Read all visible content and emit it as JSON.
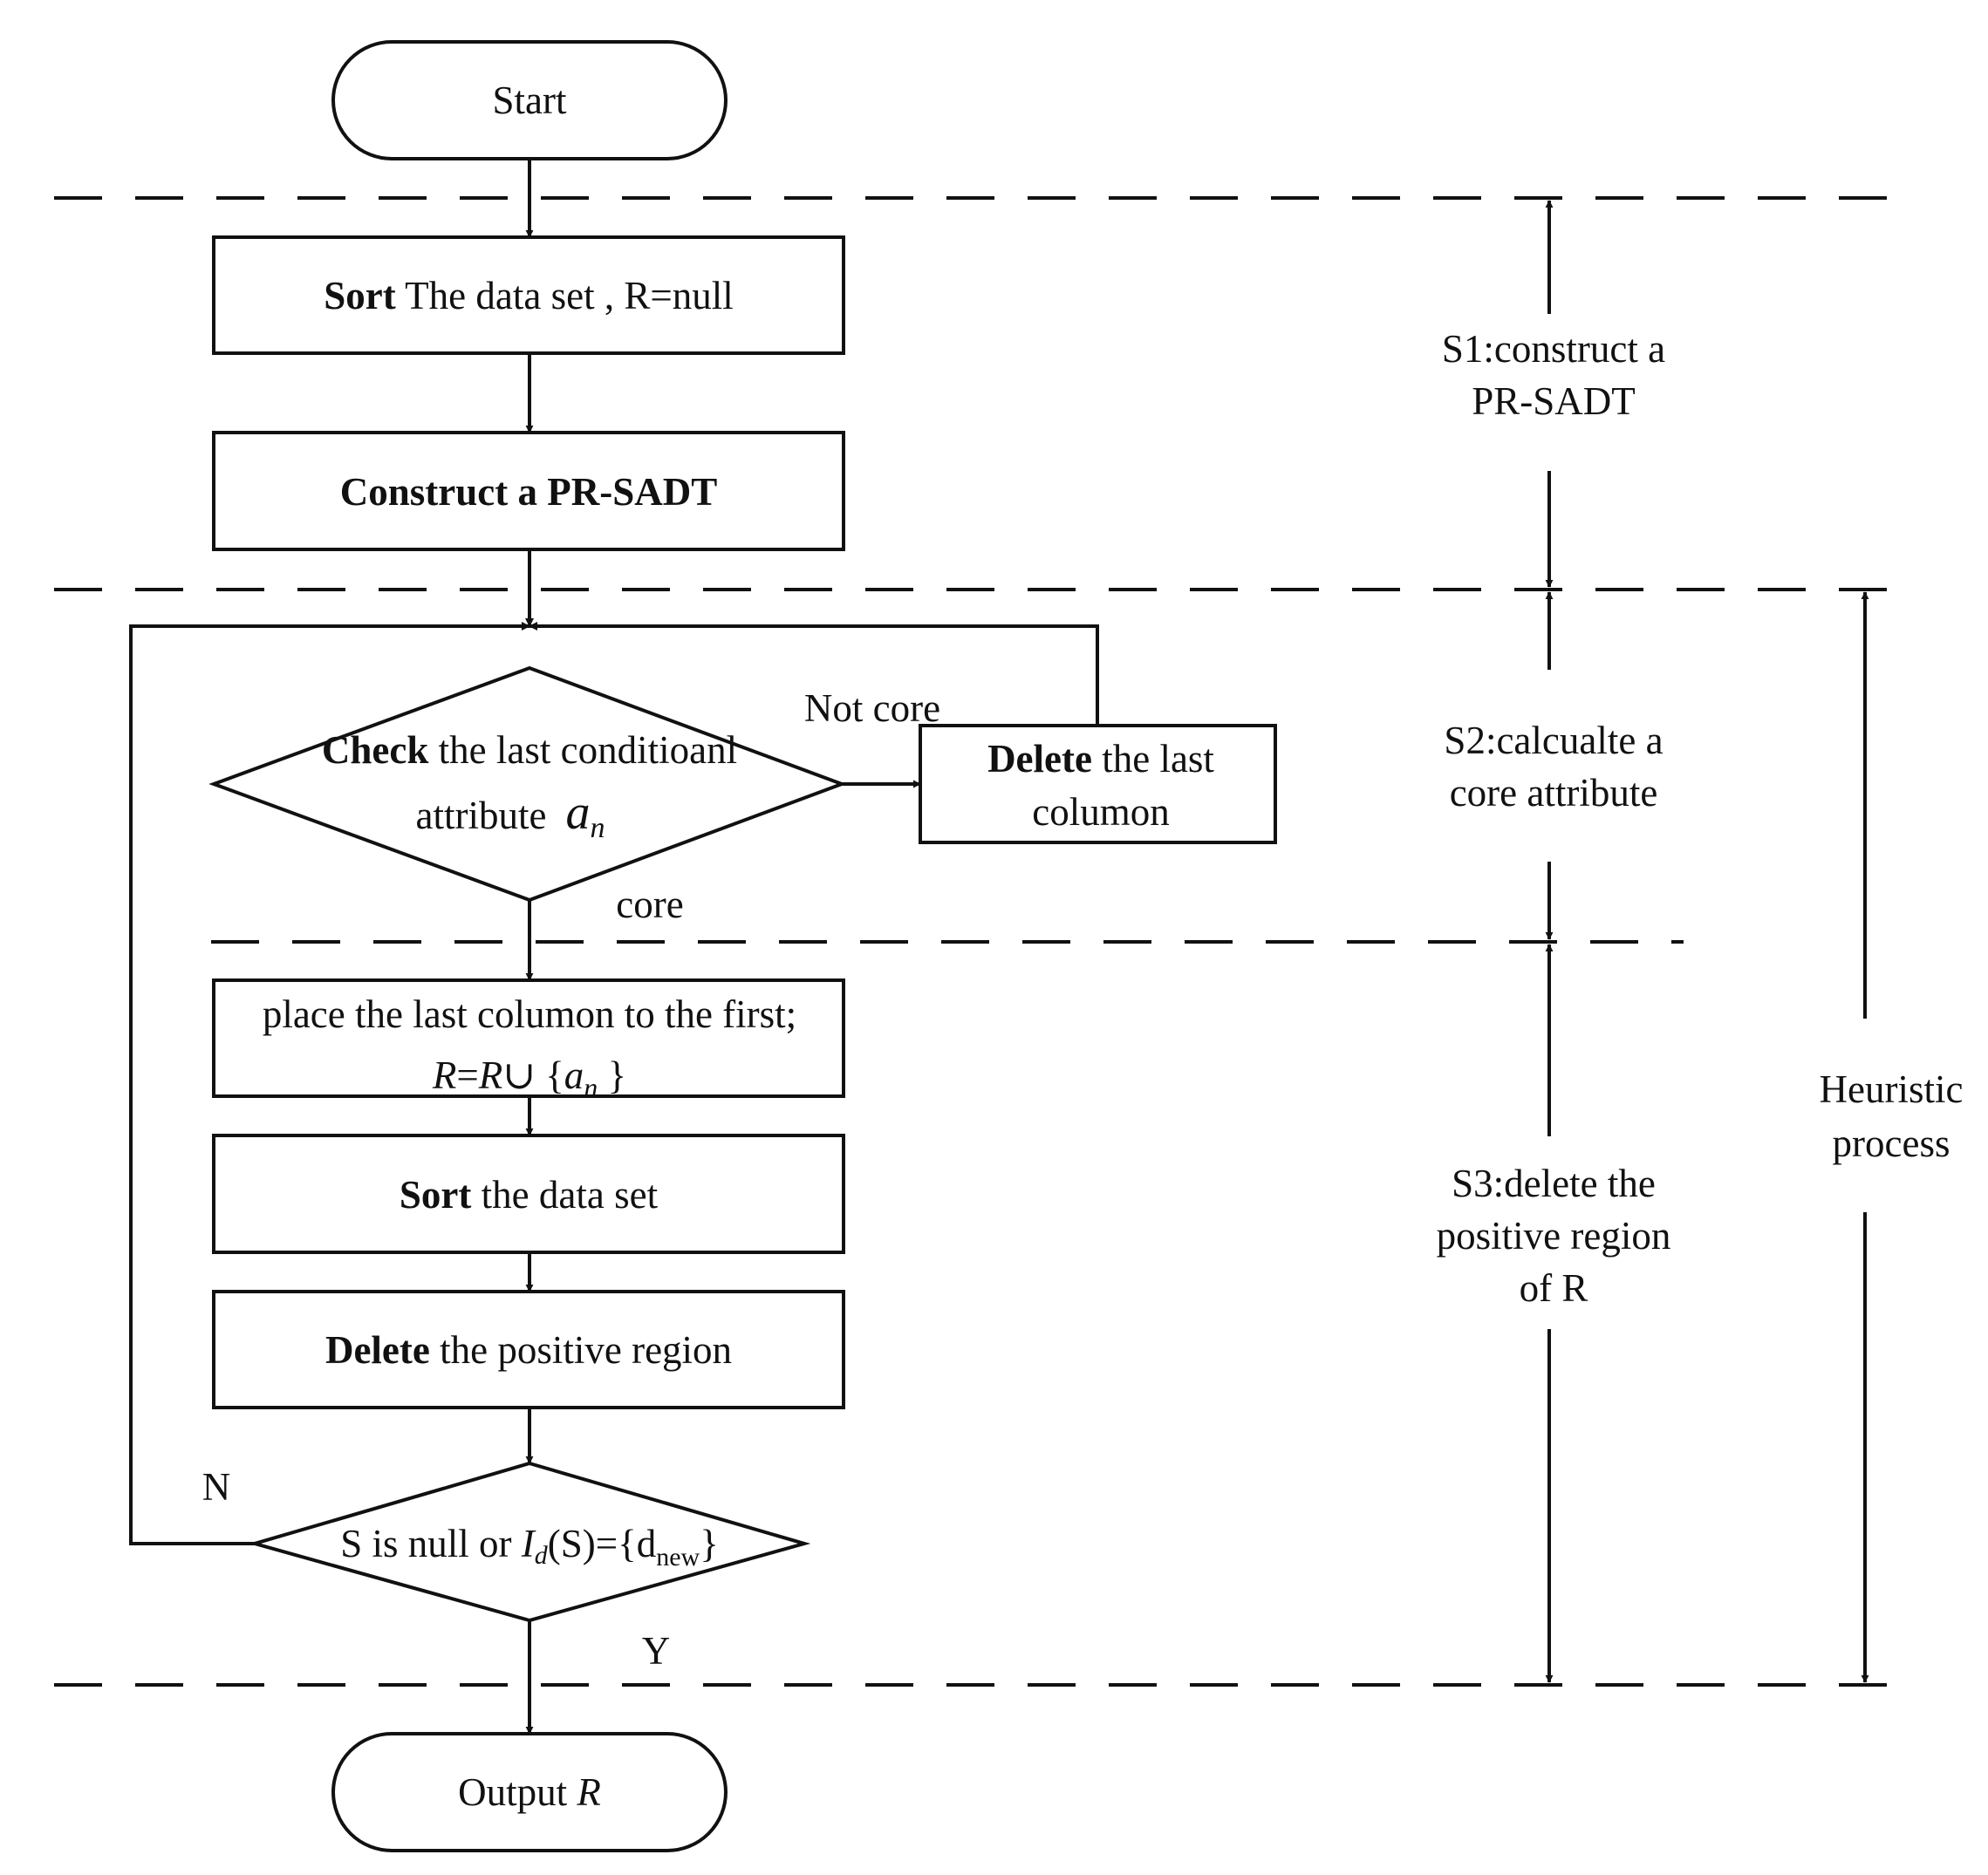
{
  "start": "Start",
  "box1": {
    "bold": "Sort",
    "rest": " The data set , R=null"
  },
  "box2": {
    "bold": "Construct a PR-SADT"
  },
  "check": {
    "bold": "Check",
    "rest": " the last conditioanl",
    "line2": "attribute",
    "var": "a",
    "sub": "n"
  },
  "not_core": "Not core",
  "delete_col": {
    "bold": "Delete",
    "rest": " the last",
    "line2": "columon"
  },
  "core": "core",
  "place": {
    "line1": "place the last columon to the first;",
    "r1": "R",
    "eq": "=",
    "r2": "R",
    "union": "∪ {",
    "var": "a",
    "sub": "n",
    "close": " }"
  },
  "sort2": {
    "bold": "Sort",
    "rest": " the data set"
  },
  "delete_pos": {
    "bold": "Delete",
    "rest": " the positive region"
  },
  "cond": {
    "pre": "S is null or ",
    "fn": "I",
    "fnsub": "d",
    "mid": "(S)={d",
    "sub": "new",
    "close": "}"
  },
  "n_label": "N",
  "y_label": "Y",
  "output": {
    "pre": "Output ",
    "var": "R"
  },
  "s1": {
    "line1": "S1:construct a",
    "line2": "PR-SADT"
  },
  "s2": {
    "line1": "S2:calcualte a",
    "line2": "core attribute"
  },
  "s3": {
    "line1": "S3:delete the",
    "line2": "positive region",
    "line3": "of R"
  },
  "heuristic": {
    "line1": "Heuristic",
    "line2": "process"
  }
}
